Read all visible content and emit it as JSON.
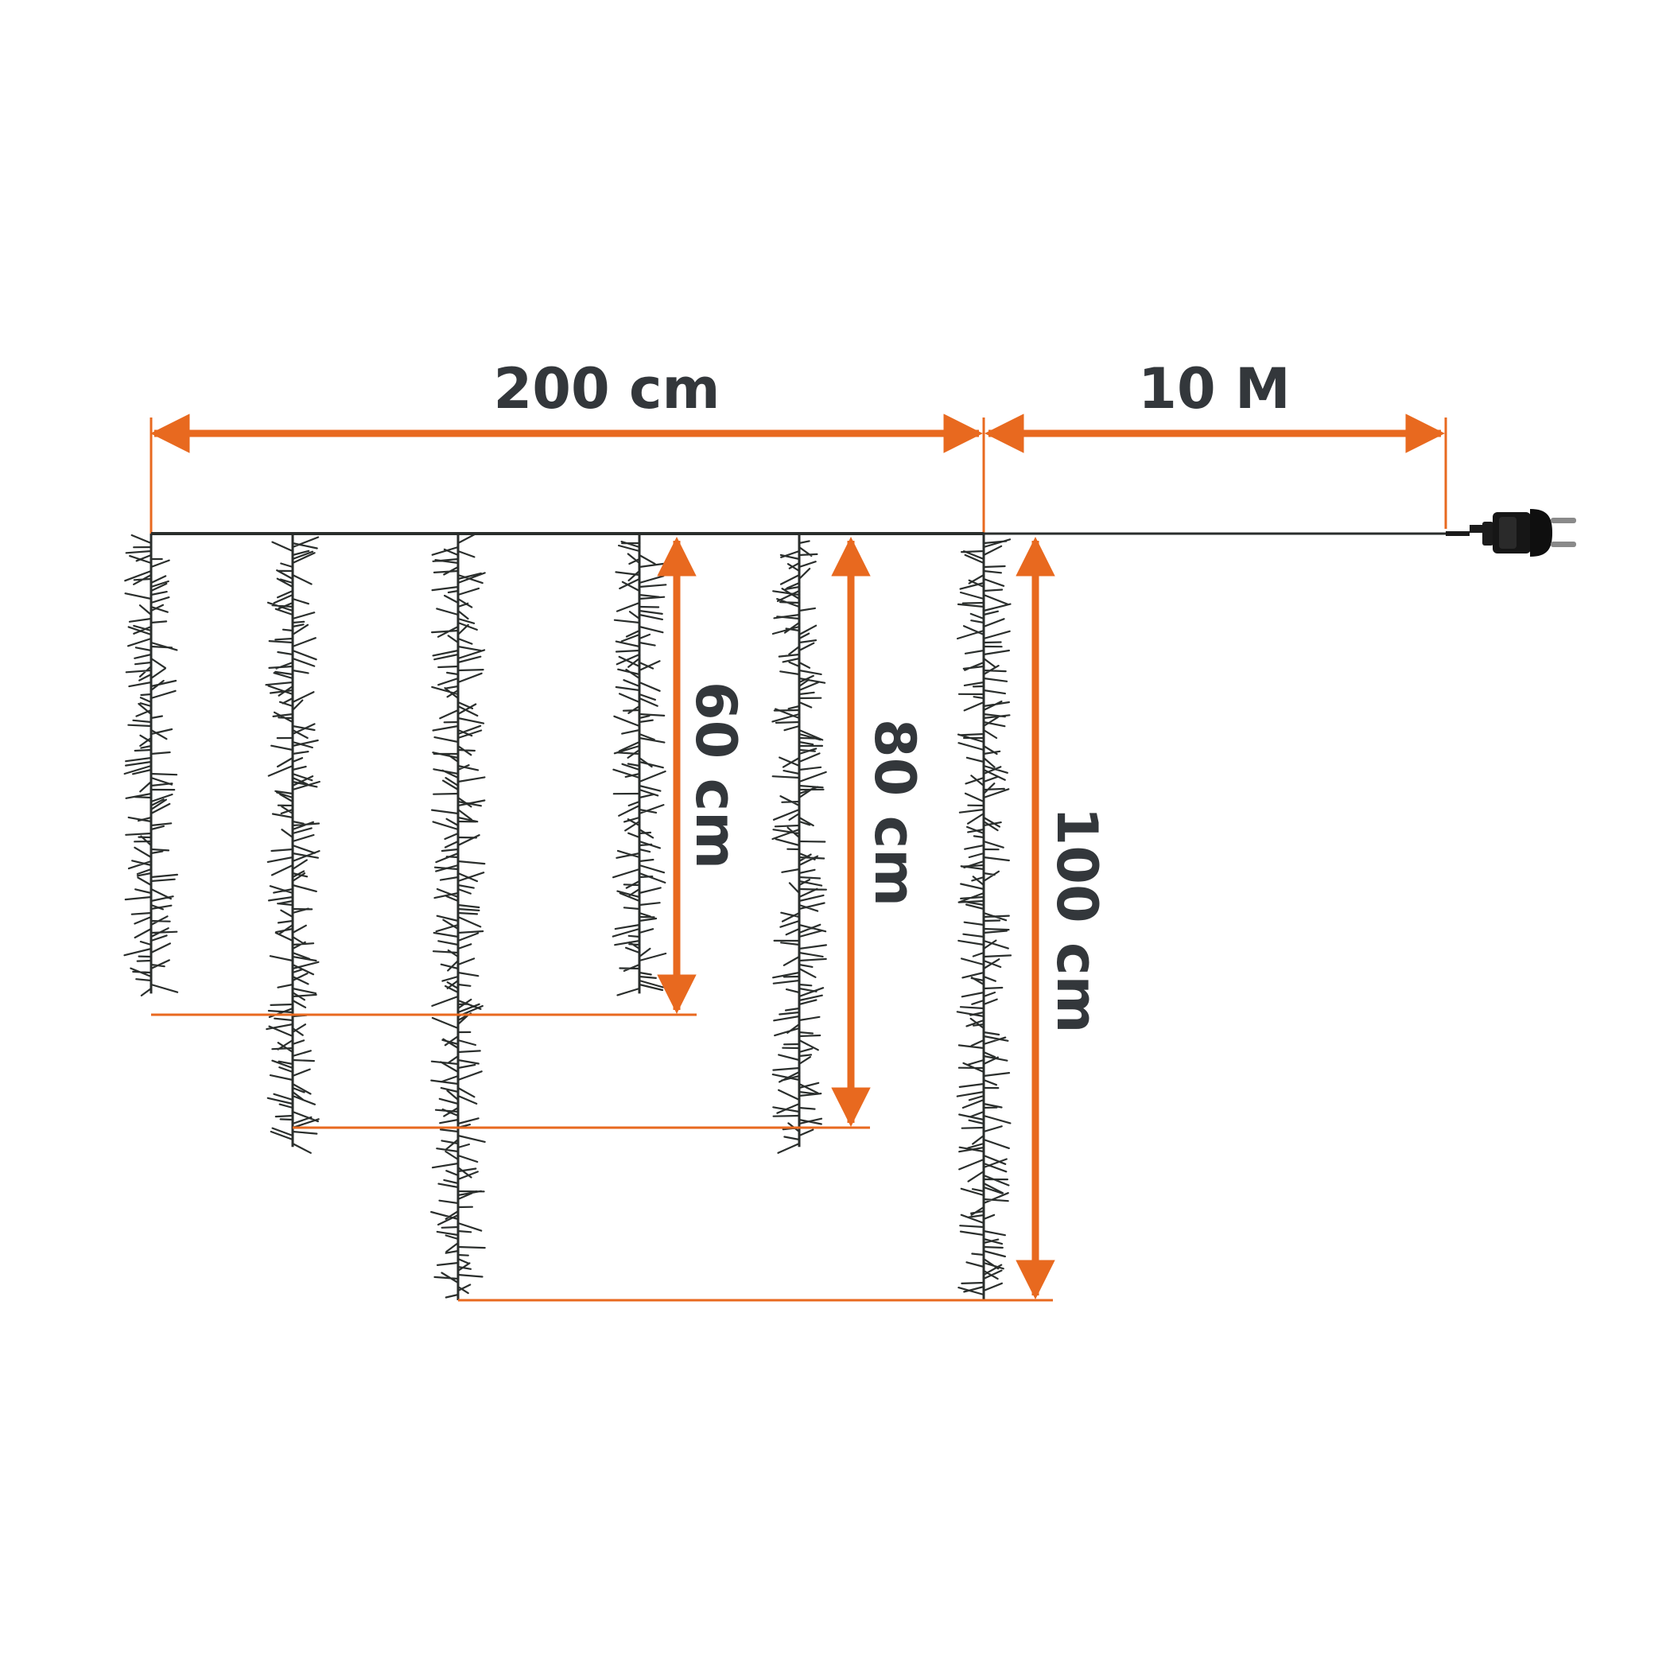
{
  "colors": {
    "dimension": "#e8691f",
    "wire": "#2a2e2c",
    "label": "#33373b",
    "background": "#ffffff"
  },
  "labels": {
    "width": "200 cm",
    "cable": "10 M",
    "strand_short": "60 cm",
    "strand_medium": "80 cm",
    "strand_long": "100 cm"
  },
  "diagram": {
    "strands_length_cm": [
      60,
      80,
      100,
      60,
      80,
      100
    ],
    "total_width_cm": 200,
    "cable_length_m": 10,
    "icons": [
      "power-plug-icon"
    ]
  }
}
